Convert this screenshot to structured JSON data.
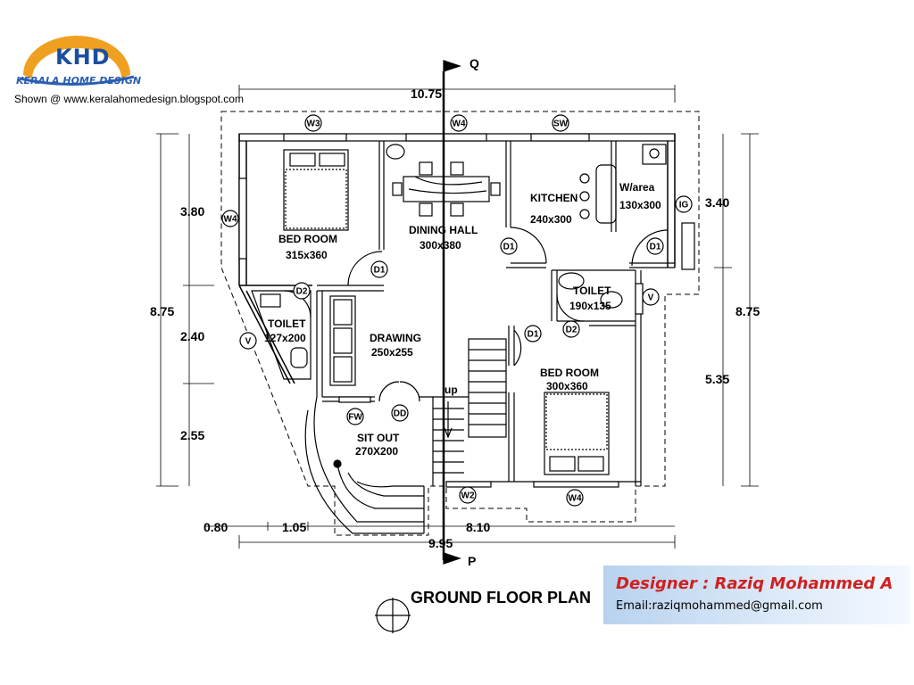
{
  "brand": {
    "logo_text": "KHD",
    "logo_subtitle": "KERALA HOME DESIGN",
    "shown_at": "Shown @  www.keralahomedesign.blogspot.com",
    "arc_color": "#f0a020"
  },
  "plan": {
    "title": "GROUND FLOOR PLAN",
    "section_top": "Q",
    "section_bottom": "P",
    "dimensions": {
      "top_width": "10.75",
      "bottom_width": "9.95",
      "left_total": "8.75",
      "left_1": "3.80",
      "left_2": "2.40",
      "left_3": "2.55",
      "bottom_1": "0.80",
      "bottom_2": "1.05",
      "bottom_3": "8.10",
      "right_total": "8.75",
      "right_1": "3.40",
      "right_2": "5.35"
    },
    "rooms": {
      "bed_room_1": {
        "name": "BED ROOM",
        "size": "315x360"
      },
      "dining": {
        "name": "DINING HALL",
        "size": "300x380"
      },
      "kitchen": {
        "name": "KITCHEN",
        "size": "240x300"
      },
      "work_area": {
        "name": "W/area",
        "size": "130x300"
      },
      "toilet_1": {
        "name": "TOILET",
        "size": "127x200"
      },
      "drawing": {
        "name": "DRAWING",
        "size": "250x255"
      },
      "toilet_2": {
        "name": "TOILET",
        "size": "190x135"
      },
      "bed_room_2": {
        "name": "BED ROOM",
        "size": "300x360"
      },
      "sit_out": {
        "name": "SIT OUT",
        "size": "270X200"
      }
    },
    "tags": {
      "w3": "W3",
      "w4_top": "W4",
      "sw": "SW",
      "w4_left": "W4",
      "ig": "IG",
      "d1_bed": "D1",
      "d1_kit_left": "D1",
      "d1_kit_right": "D1",
      "d2_toilet1": "D2",
      "v_left": "V",
      "v_right": "V",
      "d1_bed2": "D1",
      "d2_toilet2": "D2",
      "fw": "FW",
      "dd": "DD",
      "w2": "W2",
      "w4_bottom": "W4"
    },
    "stair_label": "up"
  },
  "designer": {
    "name": "Designer : Raziq Mohammed A",
    "email": "Email:raziqmohammed@gmail.com"
  }
}
